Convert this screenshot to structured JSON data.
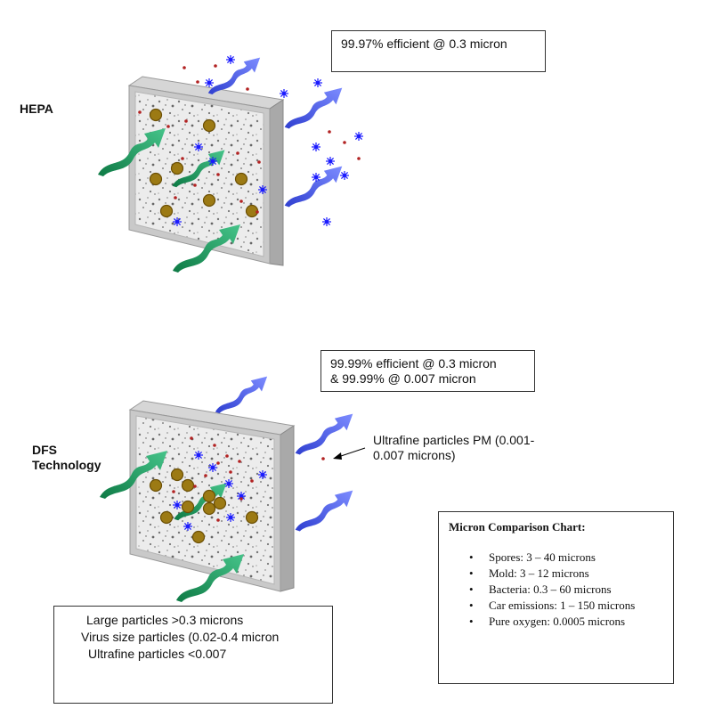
{
  "hepa": {
    "label": "HEPA",
    "efficiency": "99.97% efficient @ 0.3 micron"
  },
  "dfs": {
    "label_line1": "DFS",
    "label_line2": "Technology",
    "efficiency_line1": "99.99% efficient @ 0.3 micron",
    "efficiency_line2": "& 99.99% @ 0.007 micron",
    "ultrafine_note_line1": "Ultrafine particles PM (0.001-",
    "ultrafine_note_line2": "0.007 microns)"
  },
  "legend": {
    "items": [
      {
        "icon": "large-particle-icon",
        "text": "Large particles >0.3 microns"
      },
      {
        "icon": "virus-particle-icon",
        "text": "Virus size particles (0.02-0.4 micron"
      },
      {
        "icon": "ultrafine-particle-icon",
        "text": "Ultrafine particles <0.007"
      }
    ]
  },
  "micron_chart": {
    "title": "Micron Comparison Chart:",
    "items": [
      "Spores: 3 – 40 microns",
      "Mold: 3 – 12 microns",
      "Bacteria: 0.3 – 60 microns",
      "Car emissions: 1 – 150 microns",
      "Pure oxygen: 0.0005 microns"
    ]
  },
  "colors": {
    "large_particle": "#8b6914",
    "virus_particle": "#1a1aff",
    "ultrafine_particle": "#b22222",
    "inflow_arrow": "#1f9a5e",
    "outflow_arrow": "#4a5de8",
    "filter_face": "#e6e6e6",
    "filter_frame": "#bdbdbd"
  }
}
